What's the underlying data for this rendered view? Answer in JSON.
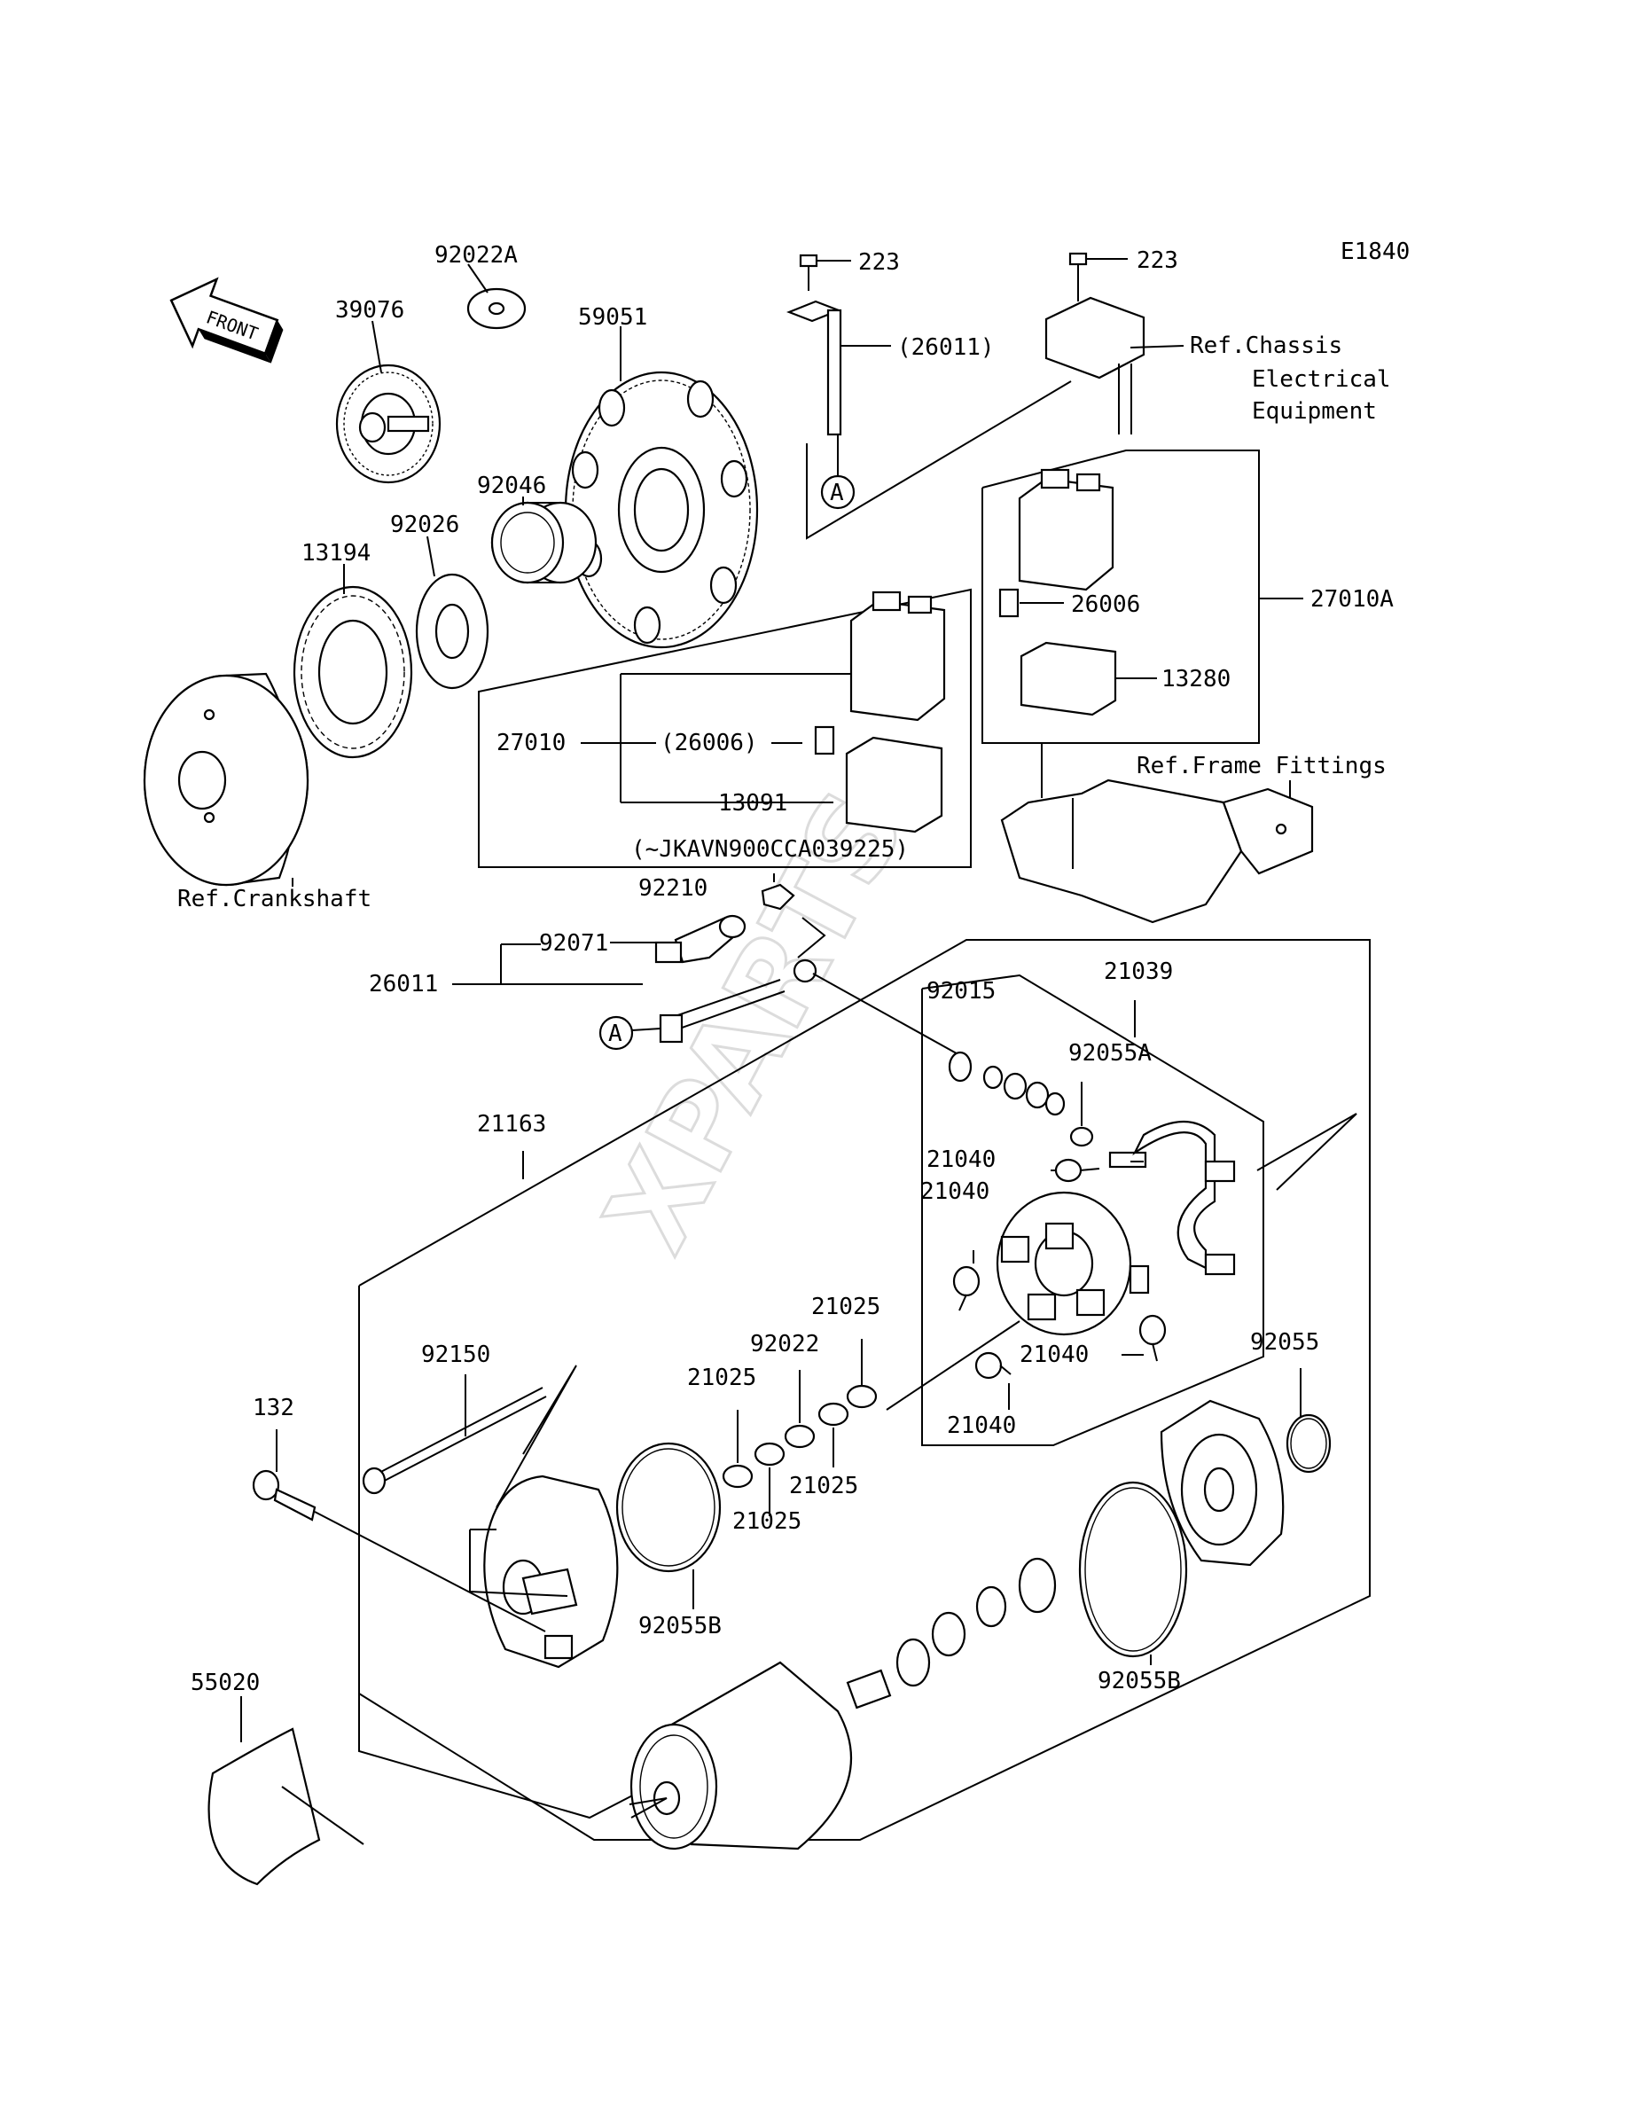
{
  "diagram_code": "E1840",
  "front_label": "FRONT",
  "watermark": "XPARTS",
  "callout_letter": "A",
  "labels": {
    "p92022A": "92022A",
    "p39076": "39076",
    "p59051": "59051",
    "p92046": "92046",
    "p92026": "92026",
    "p13194": "13194",
    "ref_crankshaft": "Ref.Crankshaft",
    "p223_a": "223",
    "p26011_paren": "(26011)",
    "p223_b": "223",
    "ref_chassis_1": "Ref.Chassis",
    "ref_chassis_2": "Electrical",
    "ref_chassis_3": "Equipment",
    "p26006": "26006",
    "p27010A": "27010A",
    "p13280": "13280",
    "p27010": "27010",
    "p26006_paren": "(26006)",
    "p13091": "13091",
    "serial_note": "(~JKAVN900CCA039225)",
    "ref_frame": "Ref.Frame Fittings",
    "p92210": "92210",
    "p92071": "92071",
    "p26011": "26011",
    "p92015": "92015",
    "p21039": "21039",
    "p92055A": "92055A",
    "p21163": "21163",
    "p21040_a": "21040",
    "p21040_b": "21040",
    "p21040_c": "21040",
    "p21040_d": "21040",
    "p21025_a": "21025",
    "p92022": "92022",
    "p21025_b": "21025",
    "p21025_c": "21025",
    "p21025_d": "21025",
    "p92055": "92055",
    "p92150": "92150",
    "p132": "132",
    "p92055B_a": "92055B",
    "p92055B_b": "92055B",
    "p55020": "55020"
  }
}
